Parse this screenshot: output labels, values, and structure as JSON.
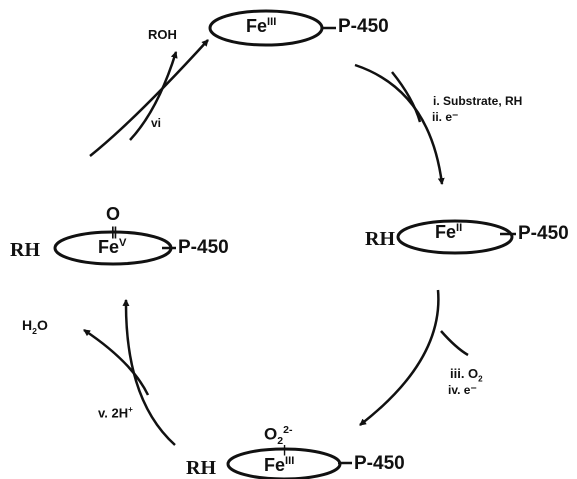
{
  "cycle": {
    "top": {
      "metal": "Fe",
      "ox": "III",
      "enzyme": "P-450",
      "product": "ROH"
    },
    "right": {
      "substrate": "RH",
      "metal": "Fe",
      "ox": "II",
      "enzyme": "P-450"
    },
    "bottom": {
      "substrate": "RH",
      "ligand": "O",
      "ligand_sub": "2",
      "ligand_sup": "2-",
      "bond": "|",
      "metal": "Fe",
      "ox": "III",
      "enzyme": "P-450"
    },
    "left": {
      "substrate": "RH",
      "ligand": "O",
      "bond": "||",
      "metal": "Fe",
      "ox": "V",
      "enzyme": "P-450",
      "byproduct_h": "H",
      "byproduct_sub": "2",
      "byproduct_o": "O"
    },
    "steps": {
      "i": "i. Substrate, RH",
      "ii": "ii. e⁻",
      "iii_prefix": "iii. O",
      "iii_sub": "2",
      "iv": "iv. e⁻",
      "v_prefix": "v. 2H",
      "v_sup": "+",
      "vi": "vi"
    }
  }
}
